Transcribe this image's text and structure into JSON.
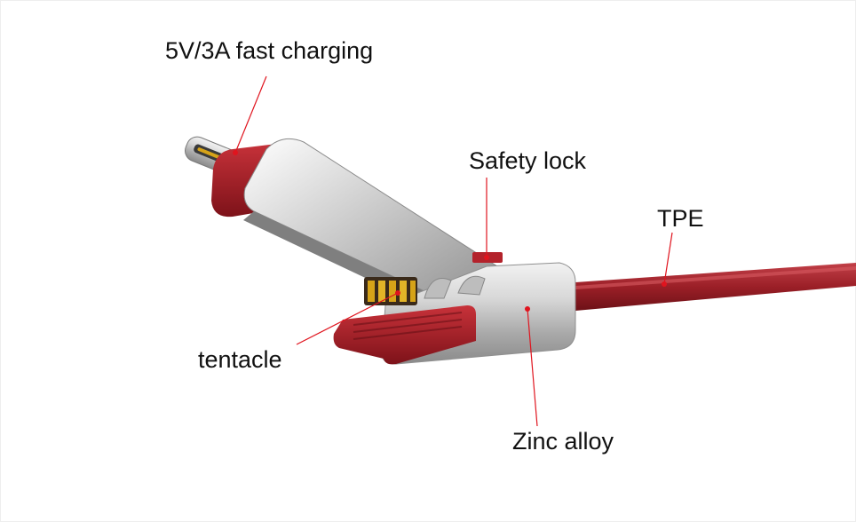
{
  "callouts": {
    "charging": "5V/3A fast charging",
    "safety_lock": "Safety lock",
    "tpe": "TPE",
    "tentacle": "tentacle",
    "zinc_alloy": "Zinc alloy"
  },
  "colors": {
    "background": "#ffffff",
    "label_text": "#111111",
    "leader_line": "#e0141e",
    "accent_red": "#a8202a",
    "metal": "#c9c9c9",
    "contacts_gold": "#d6a318"
  }
}
